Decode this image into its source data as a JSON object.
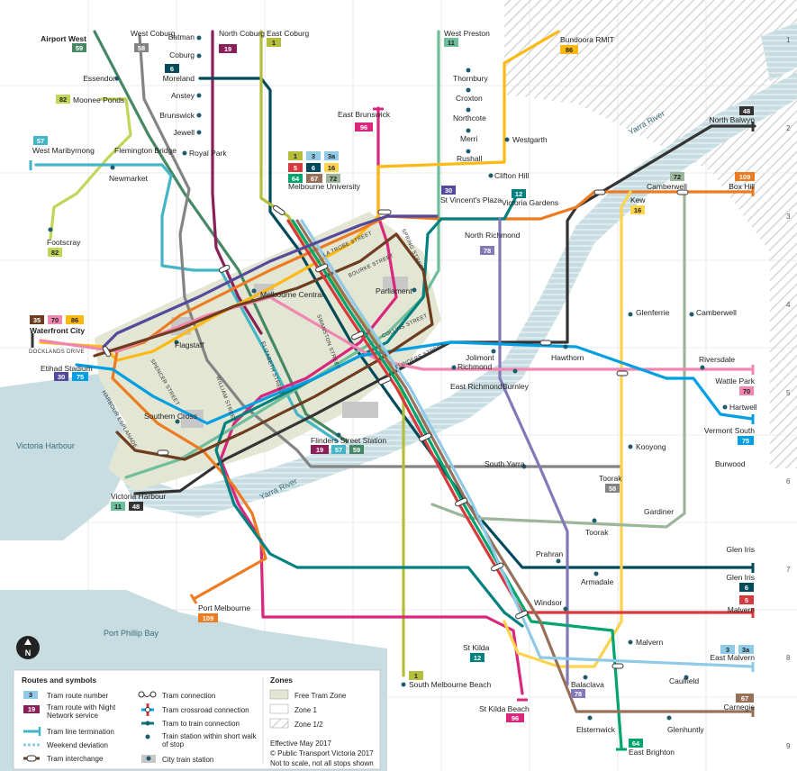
{
  "compass": "N",
  "grid_numbers": [
    "1",
    "2",
    "3",
    "4",
    "5",
    "6",
    "7",
    "8",
    "9"
  ],
  "water_labels": {
    "victoria_harbour": "Victoria Harbour",
    "port_phillip_bay": "Port Phillip Bay",
    "yarra_river_1": "Yarra River",
    "yarra_river_2": "Yarra River"
  },
  "streets": {
    "la_trobe": "LA TROBE STREET",
    "bourke": "BOURKE STREET",
    "spring": "SPRING STREET",
    "swanston": "SWANSTON STREET",
    "collins": "COLLINS STREET",
    "flinders": "FLINDERS STREET",
    "spencer": "SPENCER STREET",
    "elizabeth": "ELIZABETH STREET",
    "william": "WILLIAM STREET",
    "docklands": "DOCKLANDS DRIVE",
    "harbour": "HARBOUR ESPLANADE"
  },
  "stops": {
    "airport_west": "Airport West",
    "essendon": "Essendon",
    "moonee_ponds": "Moonee Ponds",
    "west_maribyrnong": "West Maribyrnong",
    "flemington_bridge": "Flemington Bridge",
    "newmarket": "Newmarket",
    "footscray": "Footscray",
    "west_coburg": "West Coburg",
    "batman": "Batman",
    "coburg": "Coburg",
    "moreland": "Moreland",
    "anstey": "Anstey",
    "brunswick": "Brunswick",
    "jewell": "Jewell",
    "royal_park": "Royal Park",
    "north_coburg": "North Coburg",
    "east_coburg": "East Coburg",
    "east_brunswick": "East Brunswick",
    "melbourne_university": "Melbourne University",
    "west_preston": "West Preston",
    "thornbury": "Thornbury",
    "croxton": "Croxton",
    "northcote": "Northcote",
    "merri": "Merri",
    "rushall": "Rushall",
    "westgarth": "Westgarth",
    "clifton_hill": "Clifton Hill",
    "bundoora_rmit": "Bundoora RMIT",
    "north_balwyn": "North Balwyn",
    "box_hill": "Box Hill",
    "camberwell_top": "Camberwell",
    "kew": "Kew",
    "st_vincents_plaza": "St Vincent's Plaza",
    "victoria_gardens": "Victoria Gardens",
    "north_richmond": "North Richmond",
    "melbourne_central": "Melbourne Central",
    "parliament": "Parliament",
    "waterfront_city": "Waterfront City",
    "etihad_stadium": "Etihad Stadium",
    "flagstaff": "Flagstaff",
    "southern_cross": "Southern Cross",
    "flinders_street_station": "Flinders Street Station",
    "victoria_harbour_stop": "Victoria Harbour",
    "jolimont": "Jolimont",
    "richmond": "Richmond",
    "east_richmond": "East Richmond",
    "burnley": "Burnley",
    "hawthorn": "Hawthorn",
    "glenferrie": "Glenferrie",
    "camberwell_mid": "Camberwell",
    "riversdale": "Riversdale",
    "wattle_park": "Wattle Park",
    "hartwell": "Hartwell",
    "vermont_south": "Vermont South",
    "burwood": "Burwood",
    "kooyong": "Kooyong",
    "south_yarra": "South Yarra",
    "toorak_1": "Toorak",
    "toorak_2": "Toorak",
    "gardiner": "Gardiner",
    "prahran": "Prahran",
    "armadale": "Armadale",
    "glen_iris_1": "Glen Iris",
    "glen_iris_2": "Glen Iris",
    "windsor": "Windsor",
    "malvern_1": "Malvern",
    "malvern_2": "Malvern",
    "port_melbourne": "Port Melbourne",
    "st_kilda": "St Kilda",
    "south_melbourne_beach": "South Melbourne Beach",
    "balaclava": "Balaclava",
    "east_malvern": "East Malvern",
    "caulfield": "Caulfield",
    "carnegie": "Carnegie",
    "st_kilda_beach": "St Kilda Beach",
    "elsternwick": "Elsternwick",
    "glenhuntly": "Glenhuntly",
    "east_brighton": "East Brighton"
  },
  "badges": {
    "b59": "59",
    "b82a": "82",
    "b57": "57",
    "b82b": "82",
    "b58": "58",
    "b6": "6",
    "b19": "19",
    "b1": "1",
    "b96": "96",
    "b11": "11",
    "b86": "86",
    "b48": "48",
    "b109": "109",
    "b16": "16",
    "b30": "30",
    "b12": "12",
    "b78": "78",
    "c1": "1",
    "c3": "3",
    "c3a": "3a",
    "c5": "5",
    "c6": "6",
    "c16": "16",
    "c64": "64",
    "c67": "67",
    "c72": "72",
    "b72": "72",
    "w35": "35",
    "w70": "70",
    "w86": "86",
    "e30": "30",
    "e75": "75",
    "f19": "19",
    "f57": "57",
    "f59": "59",
    "vh11": "11",
    "vh48": "48",
    "wp70": "70",
    "vs75": "75",
    "t58": "58",
    "gi6": "6",
    "m5": "5",
    "pm109": "109",
    "sk12": "12",
    "smb1": "1",
    "bal78": "78",
    "em3": "3",
    "em3a": "3a",
    "car67": "67",
    "skb96": "96",
    "eb64": "64"
  },
  "legend": {
    "routes_title": "Routes and symbols",
    "route_number_badge": "3",
    "route_number": "Tram route number",
    "night_badge": "19",
    "night": "Tram route with Night Network service",
    "termination": "Tram line termination",
    "weekend": "Weekend deviation",
    "interchange": "Tram interchange",
    "connection": "Tram connection",
    "crossroad": "Tram crossroad connection",
    "train": "Tram to train connection",
    "train_walk": "Train station within short walk of stop",
    "city_train": "City train station",
    "zones_title": "Zones",
    "free_zone": "Free Tram Zone",
    "zone1": "Zone 1",
    "zone12": "Zone 1/2",
    "effective": "Effective May 2017",
    "copyright": "© Public Transport Victoria 2017",
    "not_to_scale": "Not to scale, not all stops shown"
  },
  "colors": {
    "r1": "#b5bd3c",
    "r3": "#8fcae7",
    "r5": "#d8393d",
    "r6": "#004a5a",
    "r11": "#6dbe9b",
    "r12": "#00807f",
    "r16": "#fbd34d",
    "r19": "#8b1f57",
    "r30": "#534a9d",
    "r35": "#6e3c1e",
    "r48": "#333333",
    "r57": "#43b5c7",
    "r58": "#848484",
    "r59": "#468764",
    "r64": "#00a46f",
    "r67": "#97705a",
    "r70": "#f087b0",
    "r72": "#9cb59b",
    "r75": "#009fe3",
    "r78": "#8378b8",
    "r82": "#c1d558",
    "r86": "#fdb913",
    "r96": "#d8277d",
    "r109": "#ed7b22",
    "water": "#c8dde2",
    "free_zone": "#e3e6d2"
  }
}
